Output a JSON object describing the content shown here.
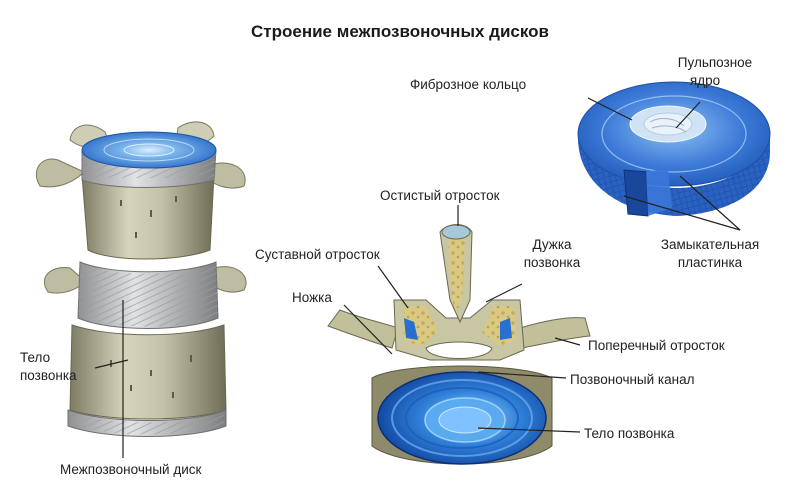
{
  "title": "Строение межпозвоночных дисков",
  "labels": {
    "fibrous_ring": "Фиброзное кольцо",
    "nucleus_line1": "Пульпозное",
    "nucleus_line2": "ядро",
    "endplate_line1": "Замыкательная",
    "endplate_line2": "пластинка",
    "spinous": "Остистый отросток",
    "articular": "Суставной отросток",
    "arch_line1": "Дужка",
    "arch_line2": "позвонка",
    "pedicle": "Ножка",
    "transverse": "Поперечный отросток",
    "canal": "Позвоночный канал",
    "body_right": "Тело позвонка",
    "body_left_line1": "Тело",
    "body_left_line2": "позвонка",
    "disc": "Межпозвоночный диск"
  },
  "colors": {
    "disc_blue": "#2f6fd6",
    "disc_light": "#9cc8f0",
    "bone": "#c9c7ad",
    "bone_dark": "#8e8c73",
    "cancellous": "#d9c983"
  }
}
